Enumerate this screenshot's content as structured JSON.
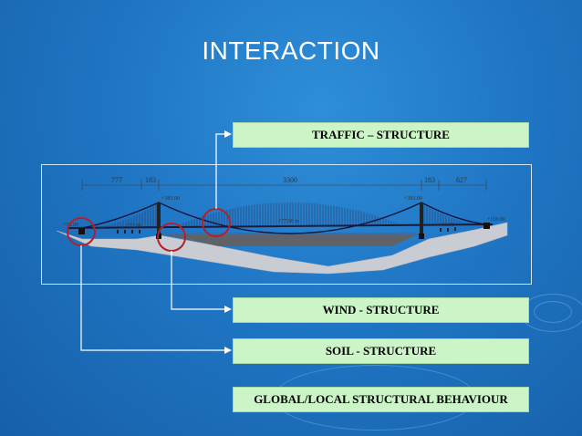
{
  "title": "INTERACTION",
  "boxes": {
    "traffic": "TRAFFIC – STRUCTURE",
    "wind": "WIND - STRUCTURE",
    "soil": "SOIL - STRUCTURE",
    "global": "GLOBAL/LOCAL STRUCTURAL BEHAVIOUR"
  },
  "dimensions": {
    "span_a": "777",
    "span_b": "183",
    "span_main": "3300",
    "span_c": "183",
    "span_d": "627"
  },
  "elevations": {
    "left_tower": "+383.00",
    "right_tower": "+383.00",
    "deck_mid": "+77.00 m",
    "left_pier": "+52.00",
    "right_pier": "+63.00",
    "left_anchor": "+58.00",
    "right_anchor": "+118.00"
  },
  "colors": {
    "background": "#1f76c4",
    "box_fill": "#ccf5c7",
    "highlight_circle": "#b3202a",
    "connector": "#ffffff"
  }
}
